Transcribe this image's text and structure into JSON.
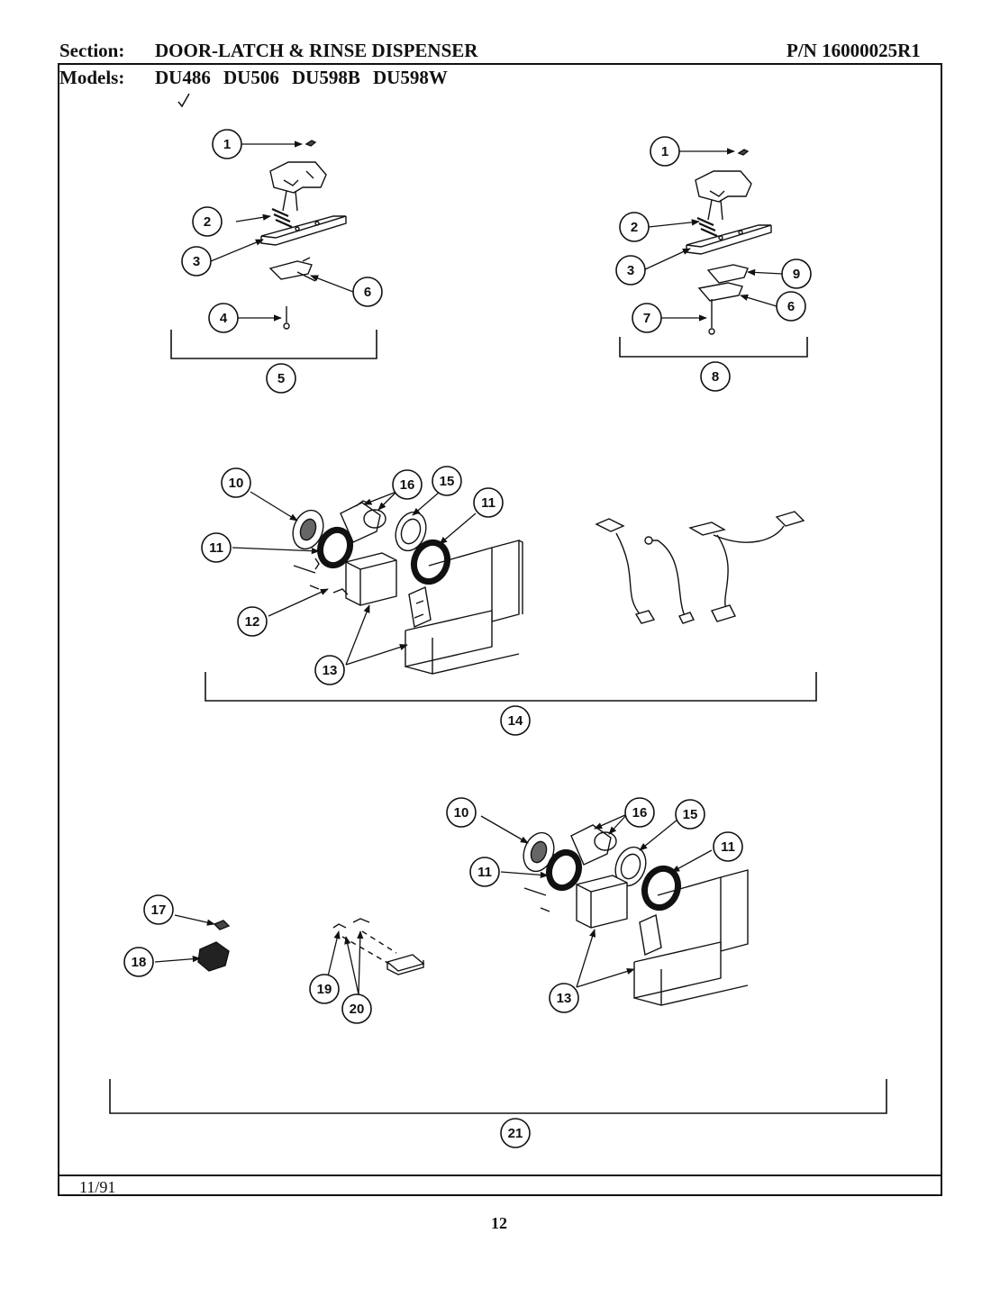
{
  "header": {
    "section_label": "Section:",
    "section_title": "DOOR-LATCH & RINSE DISPENSER",
    "part_number": "P/N 16000025R1",
    "models_label": "Models:",
    "models": [
      "DU486",
      "DU506",
      "DU598B",
      "DU598W"
    ]
  },
  "footer": {
    "date": "11/91",
    "page_number": "12"
  },
  "callouts": {
    "c1": "1",
    "c2": "2",
    "c3": "3",
    "c4": "4",
    "c5": "5",
    "c6": "6",
    "c7": "7",
    "c8": "8",
    "c9": "9",
    "c10": "10",
    "c11": "11",
    "c12": "12",
    "c13": "13",
    "c14": "14",
    "c15": "15",
    "c16": "16",
    "c17": "17",
    "c18": "18",
    "c19": "19",
    "c20": "20",
    "c21": "21"
  },
  "colors": {
    "ink": "#111111",
    "paper": "#ffffff"
  }
}
